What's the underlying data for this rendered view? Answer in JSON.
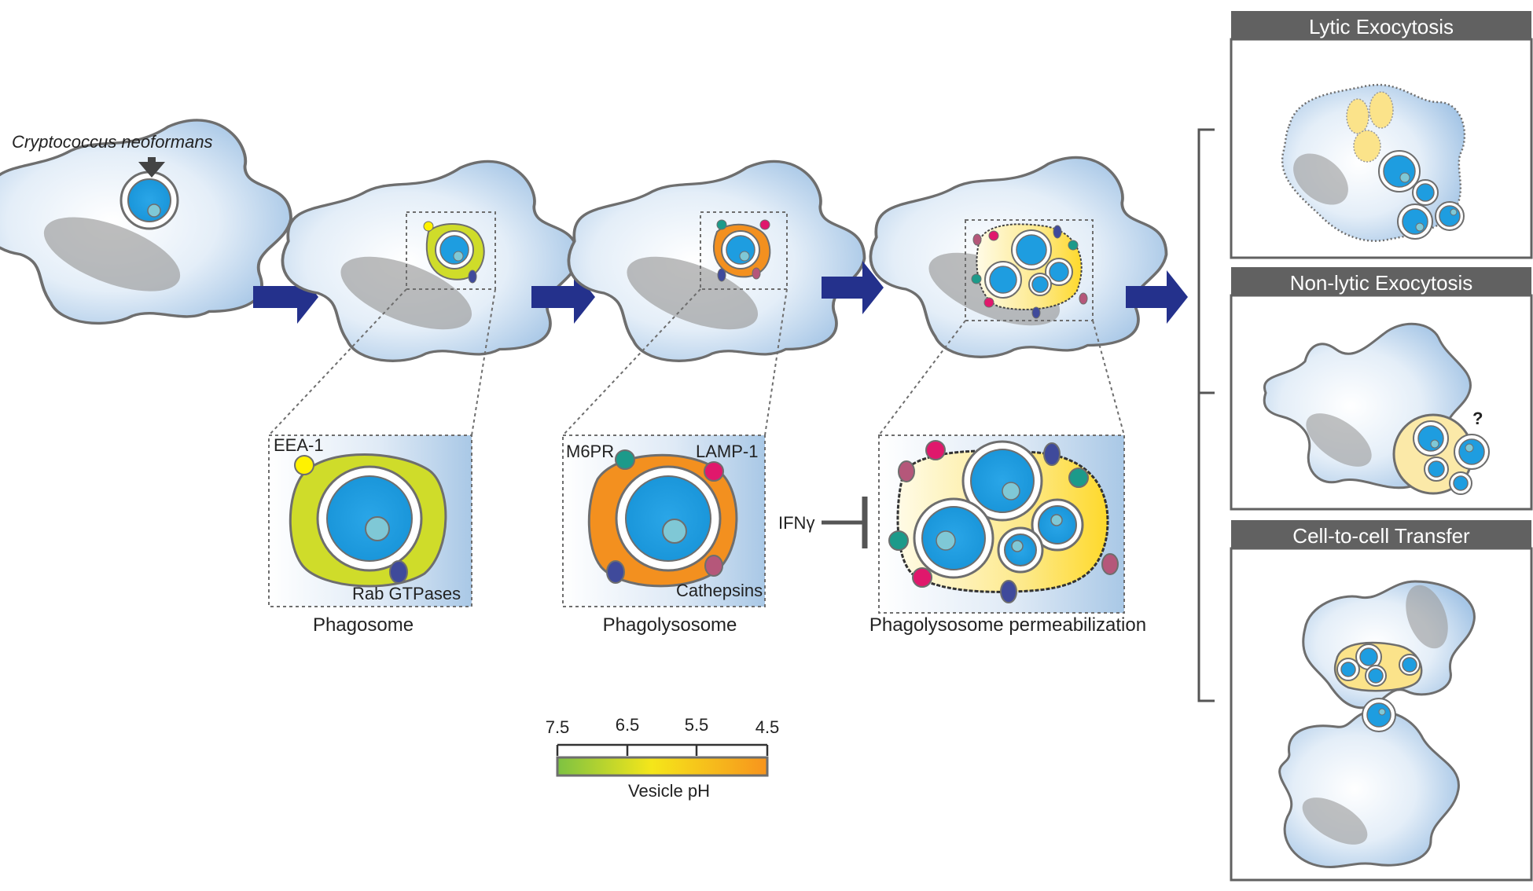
{
  "labels": {
    "pathogen": "Cryptococcus neoformans",
    "eea1": "EEA-1",
    "rab": "Rab GTPases",
    "m6pr": "M6PR",
    "lamp1": "LAMP-1",
    "cathepsins": "Cathepsins",
    "ifng": "IFNγ",
    "question": "?"
  },
  "captions": {
    "phagosome": "Phagosome",
    "phagolysosome": "Phagolysosome",
    "permeabilization": "Phagolysosome permeabilization"
  },
  "outcomes": {
    "lytic": "Lytic Exocytosis",
    "nonlytic": "Non-lytic Exocytosis",
    "transfer": "Cell-to-cell Transfer"
  },
  "ph_scale": {
    "title": "Vesicle pH",
    "ticks": [
      "7.5",
      "6.5",
      "5.5",
      "4.5"
    ]
  },
  "colors": {
    "cell_edge": "#6e6e6e",
    "cryptococcus": "#1e9de0",
    "arrow": "#24318c",
    "phagosome": "#cfdc2a",
    "phagolysosome": "#f3901f",
    "permeabilized": "#fbe9a8",
    "eea1": "#fff200",
    "rab": "#3f4a9b",
    "m6pr": "#1c9a8a",
    "lamp1": "#e0186c",
    "cathepsin": "#b5577a",
    "panel_header": "#616161"
  }
}
